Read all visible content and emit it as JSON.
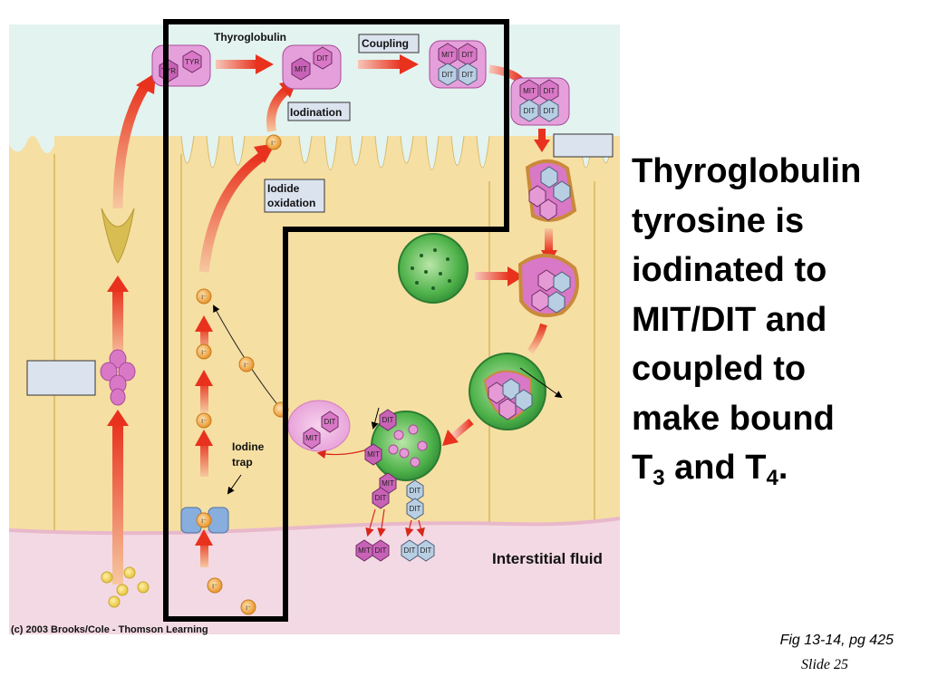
{
  "labels": {
    "thyroglobulin": "Thyroglobulin",
    "coupling": "Coupling",
    "iodination": "Iodination",
    "iodide_oxidation_1": "Iodide",
    "iodide_oxidation_2": "oxidation",
    "iodine_trap_1": "Iodine",
    "iodine_trap_2": "trap",
    "interstitial_fluid": "Interstitial fluid",
    "copyright": "(c) 2003 Brooks/Cole - Thomson Learning"
  },
  "molecules": {
    "tyr": "TYR",
    "mit": "MIT",
    "dit": "DIT",
    "iodide": "I⁻"
  },
  "side_text": {
    "line1": "Thyroglobulin",
    "line2": "tyrosine is",
    "line3": "iodinated to",
    "line4": "MIT/DIT and",
    "line5": "coupled to",
    "line6": "make bound",
    "line7_a": "T",
    "line7_sub1": "3",
    "line7_b": " and T",
    "line7_sub2": "4",
    "line7_c": "."
  },
  "footer": {
    "fig_ref": "Fig 13-14, pg 425",
    "slide": "Slide 25"
  },
  "colors": {
    "colloid": "#e3f3ef",
    "cytoplasm": "#f6dfa2",
    "interstitial": "#f3d9e3",
    "pink_molecule": "#d978c6",
    "blue_molecule": "#b8cfe3",
    "green_vesicle": "#3fae45",
    "arrow_red": "#ee3a22",
    "iodide_orange": "#f1a33a"
  }
}
